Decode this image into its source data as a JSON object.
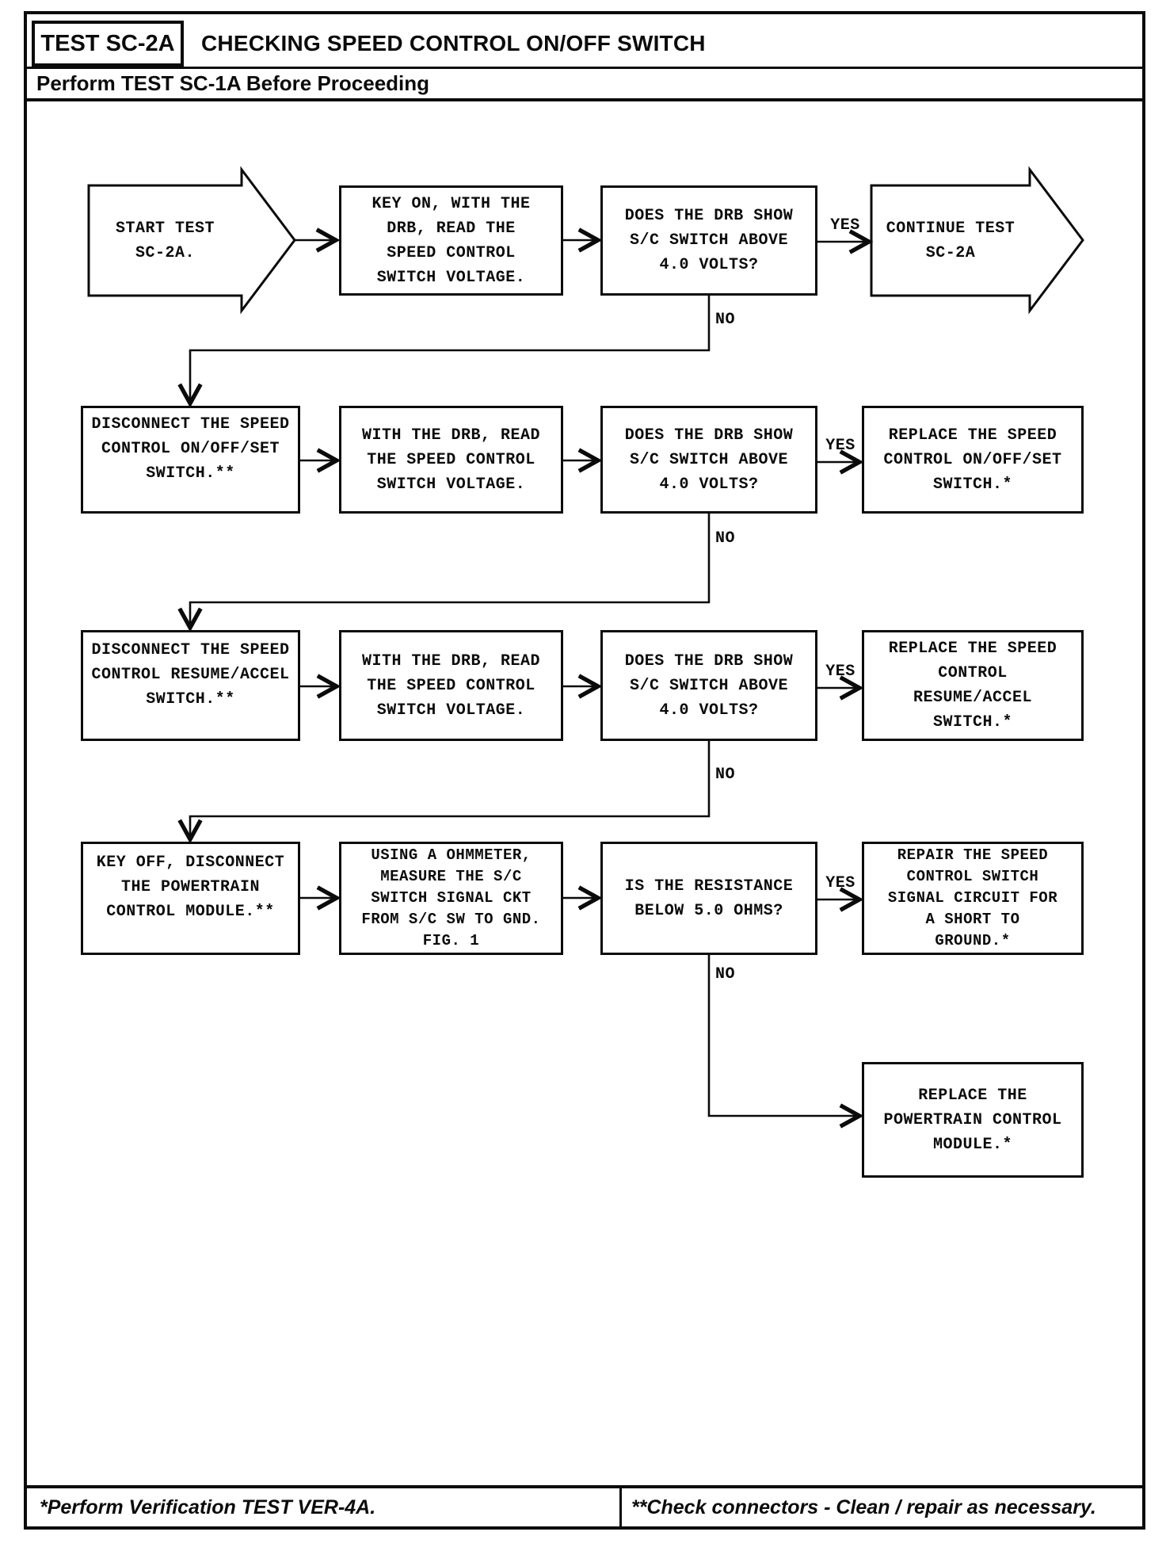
{
  "header": {
    "test_id": "TEST SC-2A",
    "title": "CHECKING SPEED CONTROL ON/OFF SWITCH",
    "subtitle": "Perform TEST SC-1A Before Proceeding"
  },
  "labels": {
    "yes": "YES",
    "no": "NO"
  },
  "flowchart": {
    "nodes": {
      "start": "START TEST\nSC-2A.",
      "r1_read": "KEY ON, WITH THE\nDRB, READ THE\nSPEED CONTROL\nSWITCH VOLTAGE.",
      "r1_decision": "DOES THE DRB SHOW\nS/C SWITCH ABOVE\n4.0 VOLTS?",
      "continue_test": "CONTINUE TEST\nSC-2A",
      "r2_disconnect": "DISCONNECT THE SPEED\nCONTROL ON/OFF/SET\nSWITCH.**",
      "r2_read": "WITH THE DRB, READ\nTHE SPEED CONTROL\nSWITCH VOLTAGE.",
      "r2_decision": "DOES THE DRB SHOW\nS/C SWITCH ABOVE\n4.0 VOLTS?",
      "r2_replace": "REPLACE THE SPEED\nCONTROL ON/OFF/SET\nSWITCH.*",
      "r3_disconnect": "DISCONNECT THE SPEED\nCONTROL RESUME/ACCEL\nSWITCH.**",
      "r3_read": "WITH THE DRB, READ\nTHE SPEED CONTROL\nSWITCH VOLTAGE.",
      "r3_decision": "DOES THE DRB SHOW\nS/C SWITCH ABOVE\n4.0 VOLTS?",
      "r3_replace": "REPLACE THE SPEED\nCONTROL\nRESUME/ACCEL\nSWITCH.*",
      "r4_key_off": "KEY OFF, DISCONNECT\nTHE POWERTRAIN\nCONTROL MODULE.**",
      "r4_measure": "USING A OHMMETER,\nMEASURE THE S/C\nSWITCH SIGNAL CKT\nFROM S/C SW TO GND.\nFIG. 1",
      "r4_decision": "IS THE RESISTANCE\nBELOW 5.0 OHMS?",
      "r4_repair": "REPAIR THE SPEED\nCONTROL SWITCH\nSIGNAL CIRCUIT FOR\nA SHORT TO\nGROUND.*",
      "replace_pcm": "REPLACE THE\nPOWERTRAIN CONTROL\nMODULE.*"
    }
  },
  "footer": {
    "left": "*Perform Verification TEST VER-4A.",
    "right": "**Check connectors - Clean / repair as necessary."
  }
}
